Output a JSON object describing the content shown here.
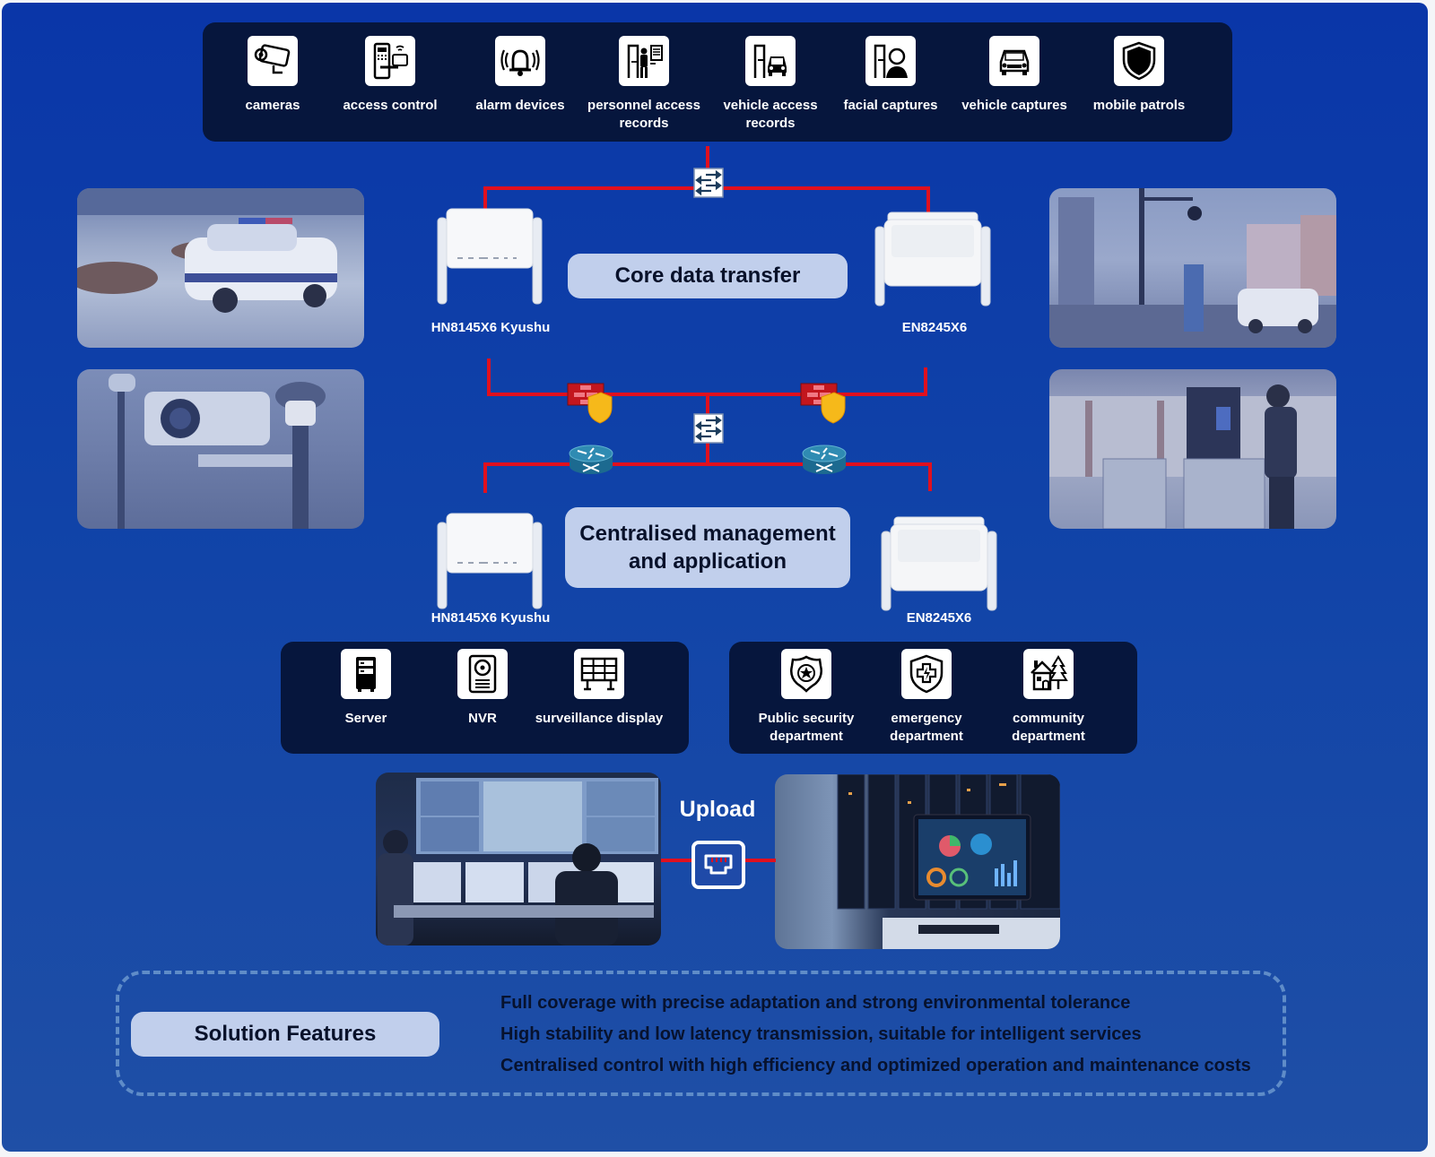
{
  "top_sources": [
    {
      "label": "cameras",
      "icon": "camera-icon"
    },
    {
      "label": "access control",
      "icon": "access-control-icon"
    },
    {
      "label": "alarm devices",
      "icon": "alarm-bell-icon"
    },
    {
      "label": "personnel access\nrecords",
      "icon": "personnel-access-icon"
    },
    {
      "label": "vehicle access\nrecords",
      "icon": "vehicle-access-icon"
    },
    {
      "label": "facial captures",
      "icon": "facial-capture-icon"
    },
    {
      "label": "vehicle captures",
      "icon": "car-front-icon"
    },
    {
      "label": "mobile patrols",
      "icon": "shield-icon"
    }
  ],
  "core_section": {
    "title": "Core data transfer",
    "left_device": "HN8145X6 Kyushu",
    "right_device": "EN8245X6"
  },
  "mgmt_section": {
    "title": "Centralised management\nand application",
    "left_device": "HN8145X6 Kyushu",
    "right_device": "EN8245X6"
  },
  "network_icons": {
    "switch": "switch-icon",
    "firewall": "firewall-icon",
    "router": "router-icon"
  },
  "side_photos": {
    "left": [
      "police car in plaza",
      "street surveillance camera"
    ],
    "right": [
      "vehicle gate barrier",
      "pedestrian turnstile with face scanner"
    ]
  },
  "storage_group": [
    {
      "label": "Server",
      "icon": "server-icon"
    },
    {
      "label": "NVR",
      "icon": "hard-drive-icon"
    },
    {
      "label": "surveillance display",
      "icon": "video-wall-icon"
    }
  ],
  "department_group": [
    {
      "label": "Public security\ndepartment",
      "icon": "police-badge-icon"
    },
    {
      "label": "emergency\ndepartment",
      "icon": "emergency-shield-icon"
    },
    {
      "label": "community\ndepartment",
      "icon": "house-tree-icon"
    }
  ],
  "upload": {
    "label": "Upload",
    "icon": "ethernet-port-icon",
    "left_photo": "monitoring control room",
    "right_photo": "data center server room"
  },
  "features": {
    "title": "Solution Features",
    "items": [
      "Full coverage with precise adaptation and strong environmental tolerance",
      "High stability and low latency transmission, suitable for intelligent services",
      "Centralised control with high efficiency and optimized operation and maintenance costs"
    ]
  },
  "colors": {
    "background": "#0a36a8",
    "strip": "#06163d",
    "pill": "#c1cfec",
    "wire": "#e0101e"
  }
}
